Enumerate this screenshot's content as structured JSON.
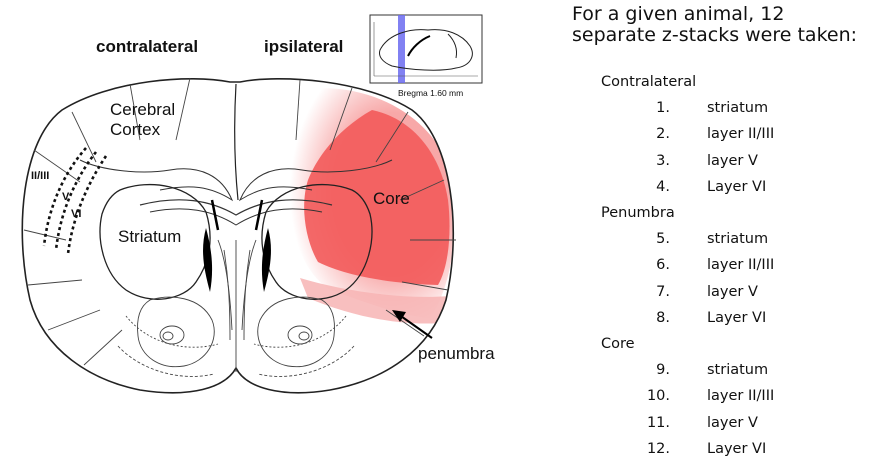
{
  "diagram": {
    "side_labels": {
      "contralateral": "contralateral",
      "ipsilateral": "ipsilateral"
    },
    "regions": {
      "cerebral_cortex": [
        "Cerebral",
        "Cortex"
      ],
      "striatum": "Striatum",
      "core": "Core",
      "penumbra": "penumbra"
    },
    "layers": [
      "II/III",
      "V",
      "VI"
    ],
    "bregma": "Bregma 1.60 mm",
    "colors": {
      "core_fill": "#f25a5a",
      "penumbra_fill": "#f7a3a3",
      "inset_marker": "#6b6bf0"
    }
  },
  "panel": {
    "intro": [
      "For a given animal, 12",
      "separate z-stacks were taken:"
    ],
    "groups": [
      {
        "title": "Contralateral",
        "items": [
          {
            "num": "1.",
            "text": "striatum"
          },
          {
            "num": "2.",
            "text": "layer II/III"
          },
          {
            "num": "3.",
            "text": "layer V"
          },
          {
            "num": "4.",
            "text": "Layer VI"
          }
        ]
      },
      {
        "title": "Penumbra",
        "items": [
          {
            "num": "5.",
            "text": "striatum"
          },
          {
            "num": "6.",
            "text": "layer II/III"
          },
          {
            "num": "7.",
            "text": "layer V"
          },
          {
            "num": "8.",
            "text": "Layer VI"
          }
        ]
      },
      {
        "title": "Core",
        "items": [
          {
            "num": "9.",
            "text": "striatum"
          },
          {
            "num": "10.",
            "text": "layer II/III"
          },
          {
            "num": "11.",
            "text": "layer V"
          },
          {
            "num": "12.",
            "text": "Layer VI"
          }
        ]
      }
    ]
  }
}
